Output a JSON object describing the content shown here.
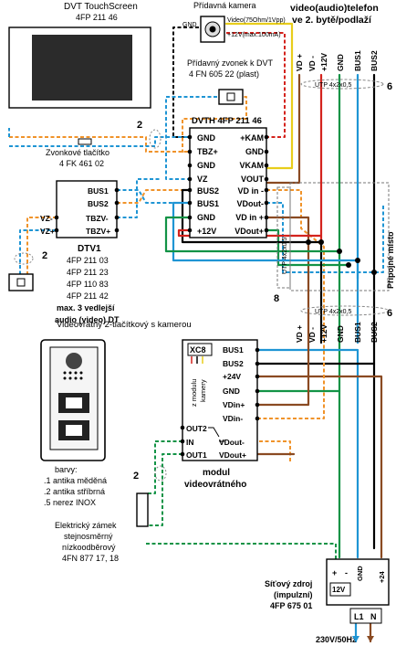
{
  "colors": {
    "blue": "#1f95d4",
    "green": "#129346",
    "red": "#d4231d",
    "brown": "#8a4a22",
    "orange": "#f0932a",
    "yellow": "#e8cd1b",
    "black": "#000000"
  },
  "touchscreen": {
    "title": "DVT TouchScreen",
    "code": "4FP 211 46"
  },
  "camera": {
    "title": "Přídavná kamera",
    "gnd": "GND",
    "video": "Video(75Ohm/1Vpp)",
    "power": "+12V(max.100mA)"
  },
  "bell": {
    "title": "Přídavný zvonek k DVT",
    "code": "4 FN 605 22 (plast)"
  },
  "button": {
    "title": "Zvonkové tlačítko",
    "code": "4 FK 461 02"
  },
  "dvth": {
    "title": "DVTH 4FP 211 46",
    "left_pins": [
      "GND",
      "TBZ+",
      "GND",
      "VZ",
      "BUS2",
      "BUS1",
      "GND",
      "+12V"
    ],
    "right_pins": [
      "+KAM",
      "GND",
      "VKAM",
      "VOUT",
      "VD in -",
      "VDout-",
      "VD in +",
      "VDout+"
    ]
  },
  "dtv1_box": {
    "pins_top": [
      "BUS1",
      "BUS2"
    ],
    "pins_left": [
      "VZ-",
      "VZ+"
    ],
    "pins_right": [
      "TBZV-",
      "TBZV+"
    ]
  },
  "dtv1": {
    "title": "DTV1",
    "codes": [
      "4FP 211 03",
      "4FP 211 23",
      "4FP 110 83",
      "4FP 211 42"
    ],
    "note1": "max. 3 vedlejší",
    "note2": "audio (video) DT"
  },
  "videophone": {
    "title1": "video(audio)telefon",
    "title2": "ve 2. bytě/podlaží"
  },
  "bus_top": {
    "labels": [
      "VD +",
      "VD -",
      "+12V",
      "GND",
      "BUS1",
      "BUS2"
    ]
  },
  "bus_mid": {
    "labels": [
      "VD +",
      "VD -",
      "+12V",
      "GND",
      "BUS1",
      "BUS2"
    ]
  },
  "utp_top": "UTP 4x2x0,5",
  "utp_mid": "UTP 4x2x0,5",
  "utp_bottom": "UTP 4x2x0,5",
  "junction": "Připojné místo",
  "doorstation_title": "Videovrátný 2-tlačítkový s kamerou",
  "module": {
    "xc8": "XC8",
    "side": [
      "z modulu",
      "kamery"
    ],
    "right_pins": [
      "BUS1",
      "BUS2",
      "+24V",
      "GND",
      "VDin+",
      "VDin-"
    ],
    "left_pins": [
      "OUT2",
      "IN",
      "OUT1"
    ],
    "vout_pins": [
      "VDout-",
      "VDout+"
    ],
    "title1": "modul",
    "title2": "videovrátného"
  },
  "colors_note": {
    "title": "barvy:",
    "items": [
      ".1 antika měděná",
      ".2 antika stříbrná",
      ".5 nerez INOX"
    ]
  },
  "lock": {
    "lines": [
      "Elektrický zámek",
      "stejnosměrný",
      "nízkoodběrový",
      "4FN 877 17, 18"
    ]
  },
  "psu": {
    "title1": "Síťový zdroj",
    "title2": "(impulzní)",
    "code": "4FP 675 01",
    "terminals": [
      "+",
      "-",
      "GND",
      "+24"
    ],
    "v12": "12V",
    "l1": "L1",
    "n": "N",
    "mains": "230V/50Hz"
  },
  "numbers": {
    "n2a": "2",
    "n2b": "2",
    "n2c": "2",
    "n6a": "6",
    "n6b": "6",
    "n8": "8"
  }
}
